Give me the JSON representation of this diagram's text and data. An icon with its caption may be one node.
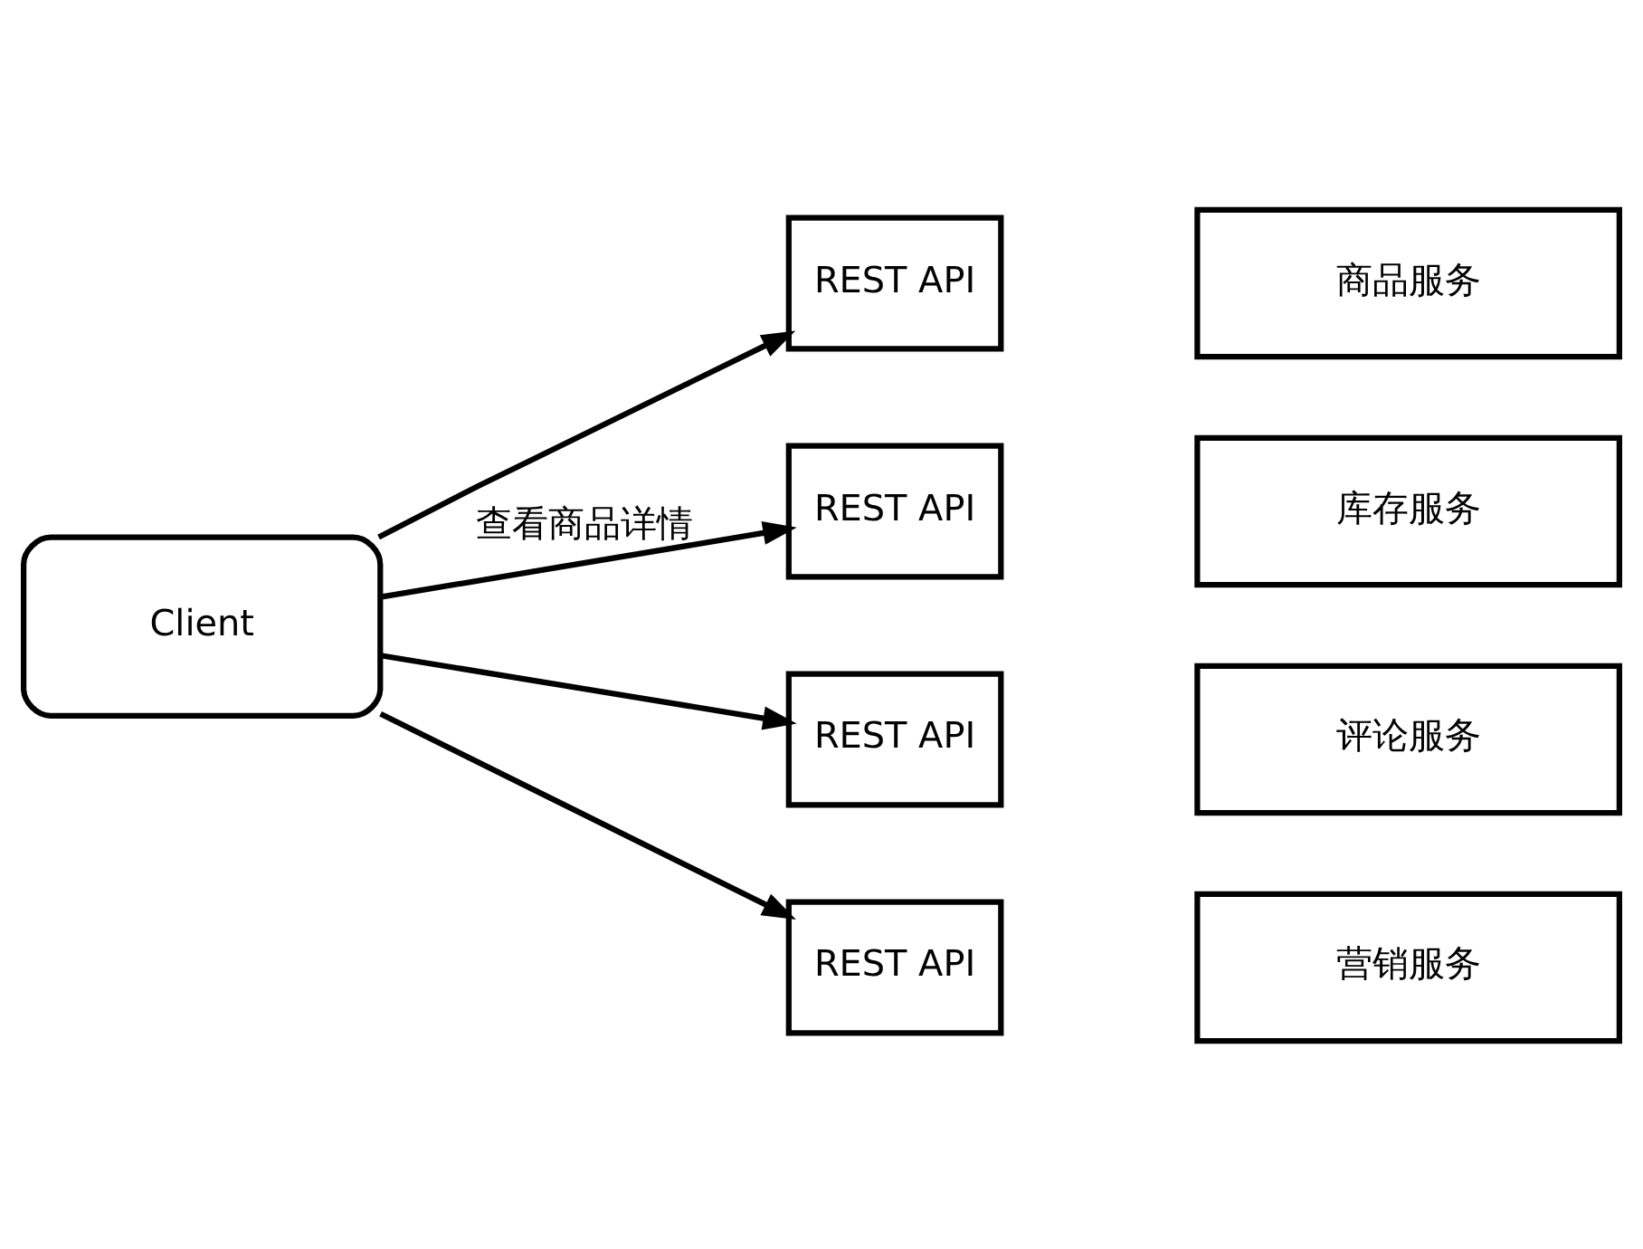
{
  "diagram": {
    "nodes": [
      {
        "text": [
          "Client"
        ]
      },
      {
        "text": [
          "商品服务"
        ]
      },
      {
        "text": [
          "REST API"
        ]
      },
      {
        "text": [
          "库存服务"
        ]
      },
      {
        "text": [
          "REST API"
        ]
      },
      {
        "text": [
          "评论服务"
        ]
      },
      {
        "text": [
          "REST API"
        ]
      },
      {
        "text": [
          "营销服务"
        ]
      },
      {
        "text": [
          "REST API"
        ]
      }
    ],
    "edges": [
      {
        "from": 0,
        "to": 2,
        "arrow": "to"
      },
      {
        "from": 0,
        "to": 4,
        "arrow": "to",
        "label": "查看商品详情"
      },
      {
        "from": 0,
        "to": 6,
        "arrow": "to"
      },
      {
        "from": 0,
        "to": 8,
        "arrow": "to"
      }
    ]
  }
}
